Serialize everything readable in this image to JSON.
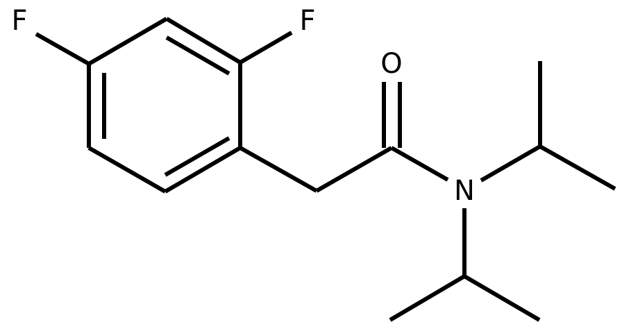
{
  "atoms": {
    "fluorine_para": "F",
    "fluorine_ortho": "F",
    "carbonyl_oxygen": "O",
    "amide_nitrogen": "N"
  },
  "colors": {
    "bond": "#000000",
    "label": "#000000",
    "background": "#ffffff"
  }
}
